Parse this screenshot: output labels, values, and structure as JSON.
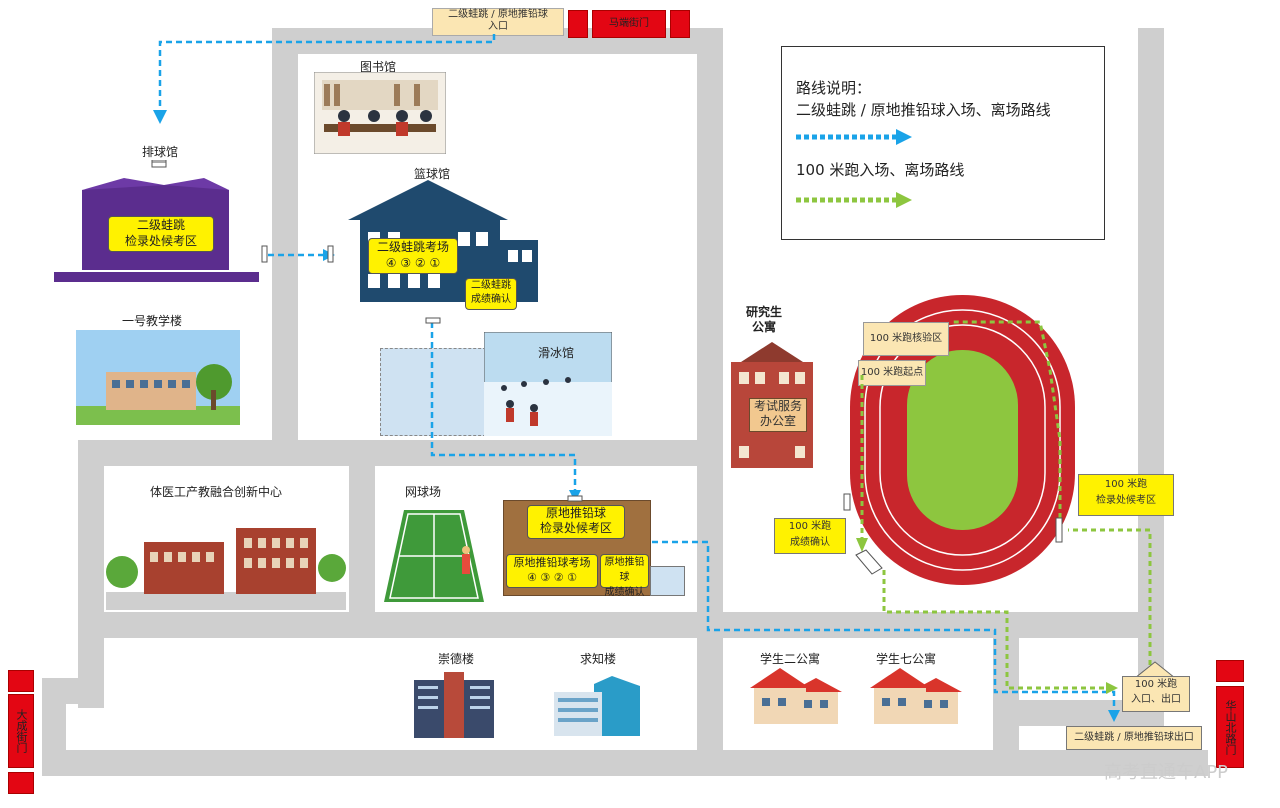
{
  "gates": {
    "entrance_top": "二级蛙跳 / 原地推铅球\n入口",
    "mayuan_gate": "马端街门",
    "dacheng_gate": "大成街门",
    "huashan_gate": "华山北路门",
    "exit_bottom_right": "二级蛙跳 / 原地推铅球出口",
    "run_entry_exit": "100 米跑\n入口、出口"
  },
  "buildings": {
    "volleyball": "排球馆",
    "library": "图书馆",
    "basketball": "篮球馆",
    "teaching1": "一号教学楼",
    "ice_rink": "滑冰馆",
    "innovation_center": "体医工产教融合创新中心",
    "tennis": "网球场",
    "grad_apartment": "研究生\n公寓",
    "chongde": "崇德楼",
    "qiuzhi": "求知楼",
    "student2": "学生二公寓",
    "student7": "学生七公寓"
  },
  "zones": {
    "jump_waiting": "二级蛙跳\n检录处候考区",
    "jump_exam": "二级蛙跳考场",
    "jump_exam_numbers": "④ ③ ② ①",
    "jump_confirm": "二级蛙跳\n成绩确认",
    "shot_waiting": "原地推铅球\n检录处候考区",
    "shot_exam": "原地推铅球考场",
    "shot_exam_numbers": "④ ③ ② ①",
    "shot_confirm": "原地推铅球\n成绩确认",
    "exam_office": "考试服务\n办公室",
    "run_check": "100 米跑核验区",
    "run_start": "100 米跑起点",
    "run_confirm": "100 米跑\n成绩确认",
    "run_waiting": "100 米跑\n检录处候考区"
  },
  "legend": {
    "title": "路线说明：",
    "route1": "二级蛙跳 / 原地推铅球入场、离场路线",
    "route2": "100 米跑入场、离场路线"
  },
  "watermark": "高考直通车APP",
  "colors": {
    "route_blue": "#1aa3e8",
    "route_green": "#8dc63f",
    "road_gray": "#cfcfcf",
    "gate_red": "#e30613",
    "label_yellow": "#fff200",
    "track_red": "#c8262c",
    "field_green": "#8dc63f",
    "volleyball_purple": "#5b2d8e",
    "basketball_navy": "#1f4a6e"
  }
}
